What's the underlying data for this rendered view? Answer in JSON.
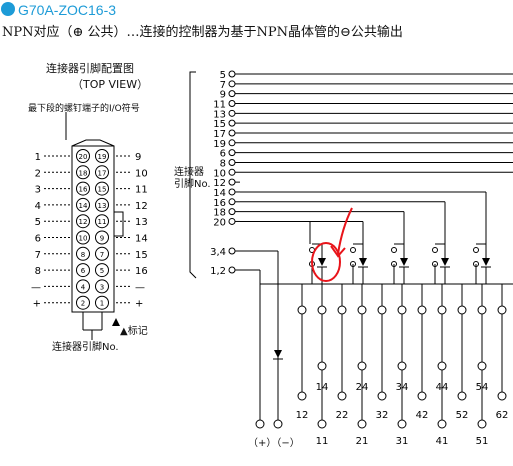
{
  "header": {
    "title": "G70A-ZOC16-3",
    "subtitle": "NPN对应（⊕ 公共）…连接的控制器为基于NPN晶体管的⊖公共输出",
    "accent_color": "#1d9bd7"
  },
  "pin_layout": {
    "title": "连接器引脚配置图",
    "view": "（TOP VIEW）",
    "io_caption": "最下段的螺钉端子的I/O符号",
    "pin_caption": "连接器引脚No.",
    "marker_label": "▲标记",
    "left_labels": [
      "1",
      "2",
      "3",
      "4",
      "5",
      "6",
      "7",
      "8",
      "—",
      "+"
    ],
    "right_labels": [
      "9",
      "10",
      "11",
      "12",
      "13",
      "14",
      "15",
      "16",
      "—",
      "+"
    ],
    "left_pins": [
      "20",
      "18",
      "16",
      "14",
      "12",
      "10",
      "8",
      "6",
      "4",
      "2"
    ],
    "right_pins": [
      "19",
      "17",
      "15",
      "13",
      "11",
      "9",
      "7",
      "5",
      "3",
      "1"
    ]
  },
  "schematic": {
    "connector_label_1": "连接器",
    "connector_label_2": "引脚No.",
    "pin_numbers": [
      "5",
      "7",
      "9",
      "11",
      "13",
      "15",
      "17",
      "19",
      "6",
      "8",
      "10",
      "12",
      "14",
      "16",
      "18",
      "20",
      "3,4",
      "1,2"
    ],
    "supply_label": "（+）（−）",
    "terminals_row3": [
      "14",
      "24",
      "34",
      "44",
      "54"
    ],
    "terminals_row2": [
      "12",
      "22",
      "32",
      "42",
      "52",
      "62"
    ],
    "terminals_row1": [
      "11",
      "21",
      "31",
      "41",
      "51"
    ],
    "annotation_color": "#e8141a"
  }
}
